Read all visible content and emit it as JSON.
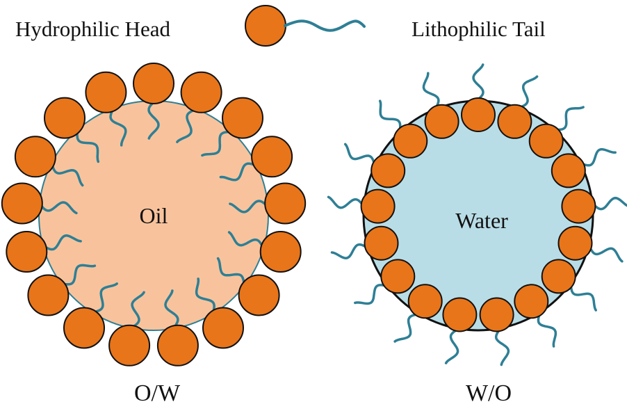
{
  "legend": {
    "head_label": "Hydrophilic Head",
    "tail_label": "Lithophilic Tail"
  },
  "diagrams": {
    "ow": {
      "core_label": "Oil",
      "caption": "O/W",
      "tail_direction": "inward",
      "head_count": 17
    },
    "wo": {
      "core_label": "Water",
      "caption": "W/O",
      "tail_direction": "outward",
      "head_count": 17
    }
  },
  "colors": {
    "head_fill": "#E8751A",
    "head_stroke": "#111111",
    "tail": "#2E7F95",
    "oil_fill": "#F8C39C",
    "water_fill": "#B9DDE6",
    "core_stroke": "#2E7F95"
  }
}
